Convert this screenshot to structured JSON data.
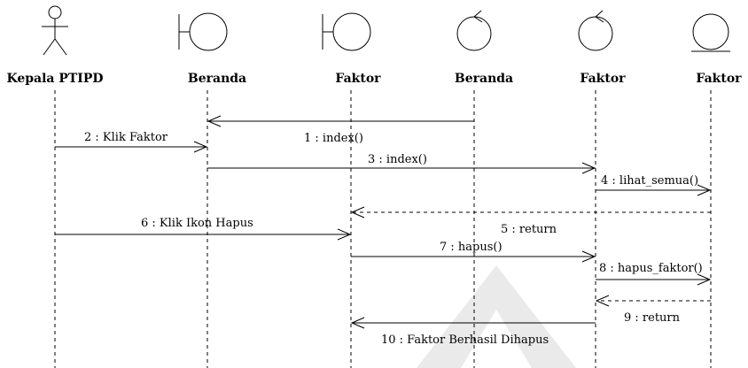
{
  "diagram": {
    "participants": [
      {
        "id": "p1",
        "kind": "actor",
        "label": "Kepala PTIPD"
      },
      {
        "id": "p2",
        "kind": "boundary",
        "label": "Beranda"
      },
      {
        "id": "p3",
        "kind": "boundary",
        "label": "Faktor"
      },
      {
        "id": "p4",
        "kind": "control",
        "label": "Beranda"
      },
      {
        "id": "p5",
        "kind": "control",
        "label": "Faktor"
      },
      {
        "id": "p6",
        "kind": "entity",
        "label": "Faktor"
      }
    ],
    "messages": [
      {
        "label": "1 : index()",
        "from": "p4",
        "to": "p2",
        "style": "solid"
      },
      {
        "label": "2 : Klik Faktor",
        "from": "p1",
        "to": "p2",
        "style": "solid"
      },
      {
        "label": "3 : index()",
        "from": "p2",
        "to": "p5",
        "style": "solid"
      },
      {
        "label": "4 : lihat_semua()",
        "from": "p5",
        "to": "p6",
        "style": "solid"
      },
      {
        "label": "5 : return",
        "from": "p6",
        "to": "p3",
        "style": "dashed"
      },
      {
        "label": "6 : Klik Ikon Hapus",
        "from": "p1",
        "to": "p3",
        "style": "solid"
      },
      {
        "label": "7 : hapus()",
        "from": "p3",
        "to": "p5",
        "style": "solid"
      },
      {
        "label": "8 : hapus_faktor()",
        "from": "p5",
        "to": "p6",
        "style": "solid"
      },
      {
        "label": "9 : return",
        "from": "p6",
        "to": "p5",
        "style": "dashed"
      },
      {
        "label": "10 : Faktor Berhasil Dihapus",
        "from": "p5",
        "to": "p3",
        "style": "solid"
      }
    ]
  }
}
